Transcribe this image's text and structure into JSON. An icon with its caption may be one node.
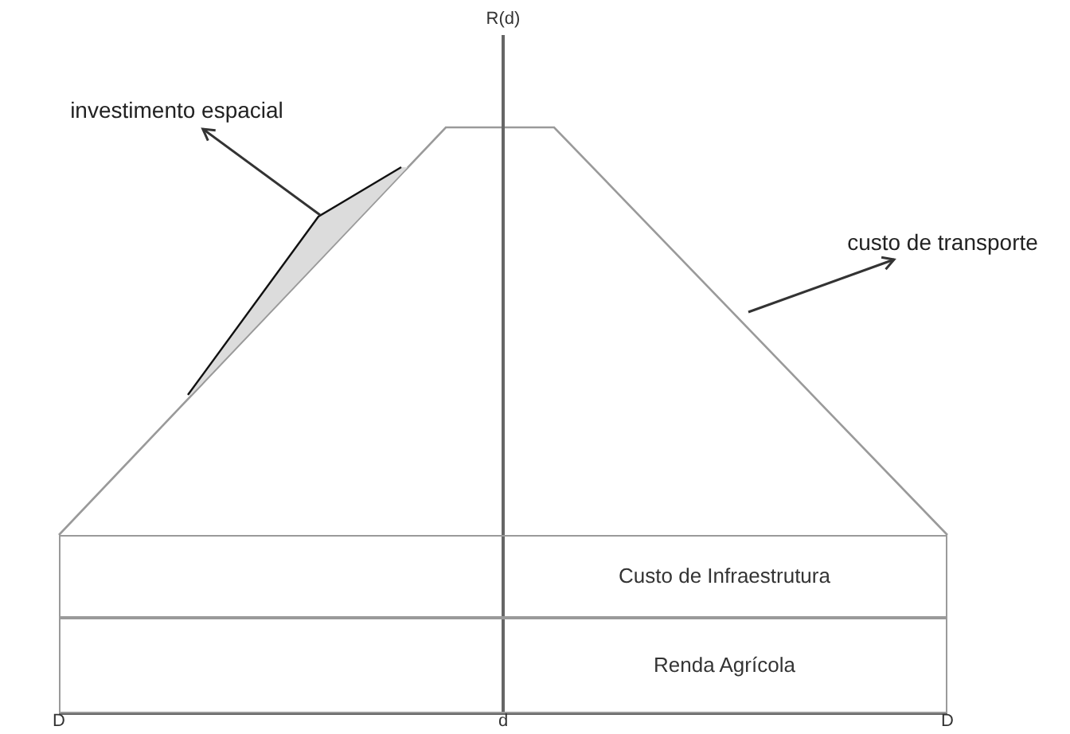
{
  "diagram": {
    "nodes": [
      {
        "text": [
          "investimento espacial"
        ]
      },
      {
        "text": [
          "custo de transporte"
        ]
      },
      {
        "text": [
          "Custo de Infraestrutura"
        ]
      },
      {
        "text": [
          "Renda Agrícola"
        ]
      }
    ],
    "edges": [
      {
        "from": null,
        "to": 0,
        "arrow": "to"
      },
      {
        "from": null,
        "to": 1,
        "arrow": "to"
      }
    ],
    "labels": [
      "R(d)",
      "D",
      "d",
      "D"
    ]
  }
}
